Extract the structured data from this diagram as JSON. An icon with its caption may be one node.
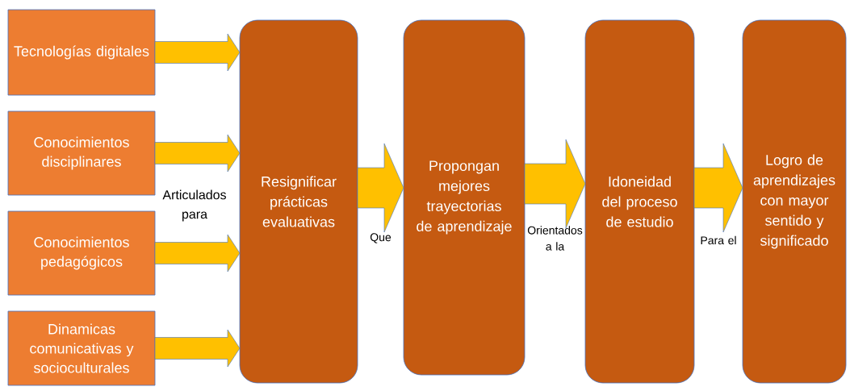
{
  "diagram": {
    "nodes": [
      {
        "text": [
          "Tecnologías digitales"
        ]
      },
      {
        "text": [
          "Conocimientos disciplinares"
        ]
      },
      {
        "text": [
          "Conocimientos pedagógicos"
        ]
      },
      {
        "text": [
          "Dinamicas comunicativas y socioculturales"
        ]
      },
      {
        "text": [
          "Resignificar prácticas evaluativas"
        ]
      },
      {
        "text": [
          "Propongan mejores trayectorias de aprendizaje"
        ]
      },
      {
        "text": [
          "Idoneidad del proceso de estudio"
        ]
      },
      {
        "text": [
          "Logro de aprendizajes con mayor sentido y significado"
        ]
      }
    ],
    "edges": [
      {
        "from": 0,
        "to": 4,
        "arrow": "to"
      },
      {
        "from": 1,
        "to": 4,
        "arrow": "to"
      },
      {
        "from": 2,
        "to": 4,
        "arrow": "to"
      },
      {
        "from": 3,
        "to": 4,
        "arrow": "to"
      },
      {
        "from": 4,
        "to": 5,
        "arrow": "to",
        "label": "Que"
      },
      {
        "from": 5,
        "to": 6,
        "arrow": "to",
        "label": "Orientados a la"
      },
      {
        "from": 6,
        "to": 7,
        "arrow": "to",
        "label": "Para el"
      }
    ],
    "labels": [
      "Articulados para"
    ]
  }
}
